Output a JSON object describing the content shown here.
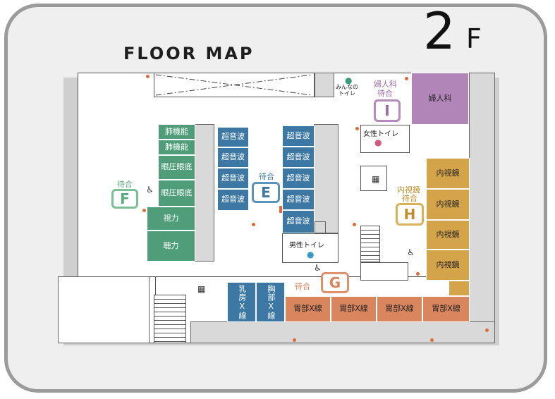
{
  "map": {
    "title": "FLOOR MAP",
    "floor_number": "2",
    "floor_suffix": "F"
  },
  "rooms": {
    "green": [
      "肺機能",
      "肺機能",
      "眼圧眼底",
      "眼圧眼底",
      "視力",
      "聴力"
    ],
    "blue_e_left": [
      "超音波",
      "超音波",
      "超音波",
      "超音波"
    ],
    "blue_e_right": [
      "超音波",
      "超音波",
      "超音波",
      "超音波",
      "超音波"
    ],
    "mammo": "乳房X線",
    "chest": "胸部X線",
    "gastric": [
      "胃部X線",
      "胃部X線",
      "胃部X線",
      "胃部X線"
    ],
    "endoscopy": [
      "内視鏡",
      "内視鏡",
      "内視鏡",
      "内視鏡"
    ],
    "gyne": "婦人科"
  },
  "toilets": {
    "womens": "女性トイレ",
    "mens": "男性トイレ",
    "everyone_line1": "みんなの",
    "everyone_line2": "トイレ"
  },
  "waiting": {
    "F": {
      "label": "待合",
      "letter": "F",
      "color": "#7bbf97"
    },
    "E": {
      "label": "待合",
      "letter": "E",
      "color": "#5b93b8"
    },
    "G": {
      "label": "待合",
      "letter": "G",
      "color": "#e0926c"
    },
    "H": {
      "label_line1": "内視鏡",
      "label_line2": "待合",
      "letter": "H",
      "color": "#d9b15b"
    },
    "I": {
      "label_line1": "婦人科",
      "label_line2": "待合",
      "letter": "I",
      "color": "#b38bbb"
    }
  },
  "icons": {
    "elevator": "elevator-icon",
    "stairs": "stairs-icon",
    "fire_extinguisher": "fire-extinguisher-icon",
    "wheelchair": "wheelchair-icon",
    "toilet_person": "toilet-person-icon"
  },
  "colors": {
    "green": "#4f9e79",
    "blue": "#3d78a4",
    "orange": "#d9865f",
    "gold": "#d4a44a",
    "purple": "#b285b8",
    "marker": "#e26a3a"
  }
}
